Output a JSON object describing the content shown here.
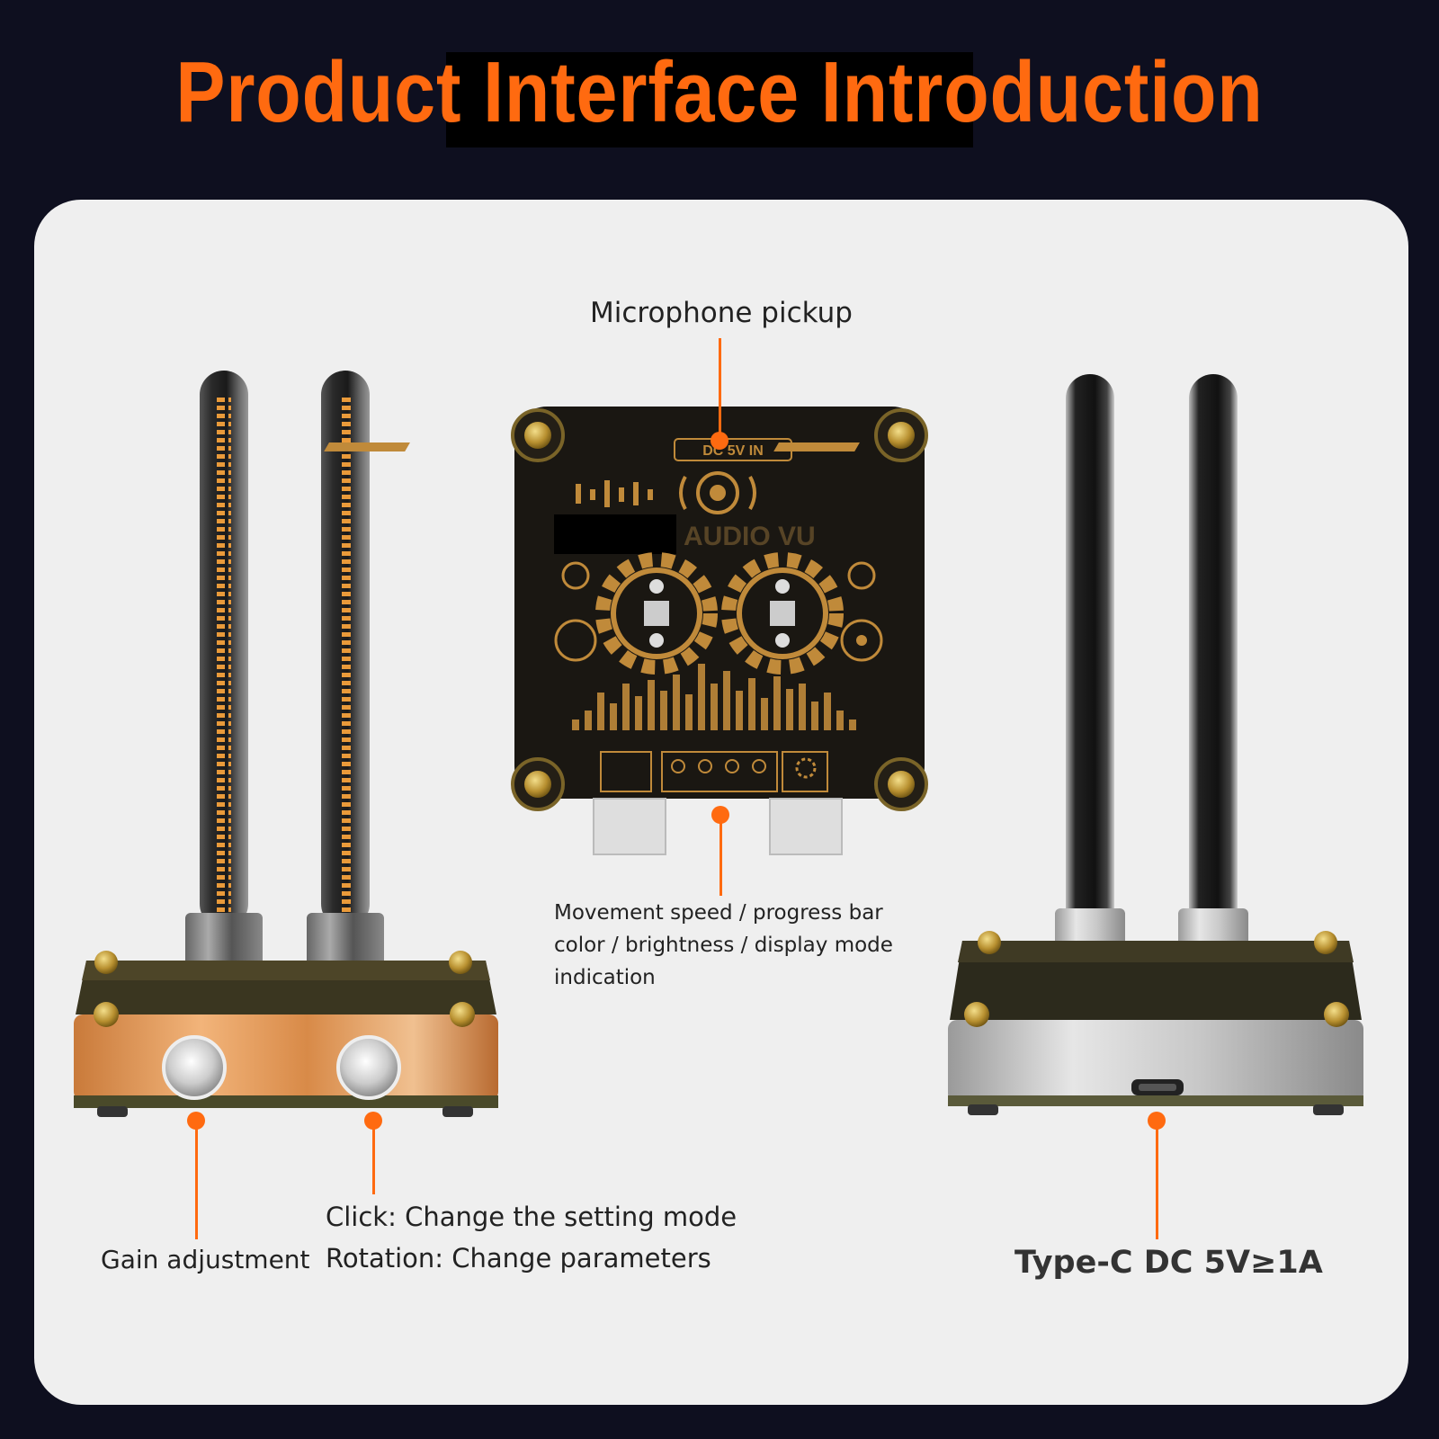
{
  "header": {
    "title": "Product Interface Introduction"
  },
  "colors": {
    "accent": "#ff6a10",
    "background": "#0e0f1f",
    "panel": "#efefef"
  },
  "board": {
    "print_power": "DC 5V IN",
    "print_brand": "AUDIO VU"
  },
  "callouts": {
    "microphone": "Microphone pickup",
    "indicator_line1": "Movement speed / progress bar",
    "indicator_line2": "color / brightness / display mode",
    "indicator_line3": "indication",
    "gain": "Gain adjustment",
    "knob_line1": "Click: Change the setting mode",
    "knob_line2": "Rotation: Change parameters",
    "power": "Type-C DC 5V≥1A"
  }
}
